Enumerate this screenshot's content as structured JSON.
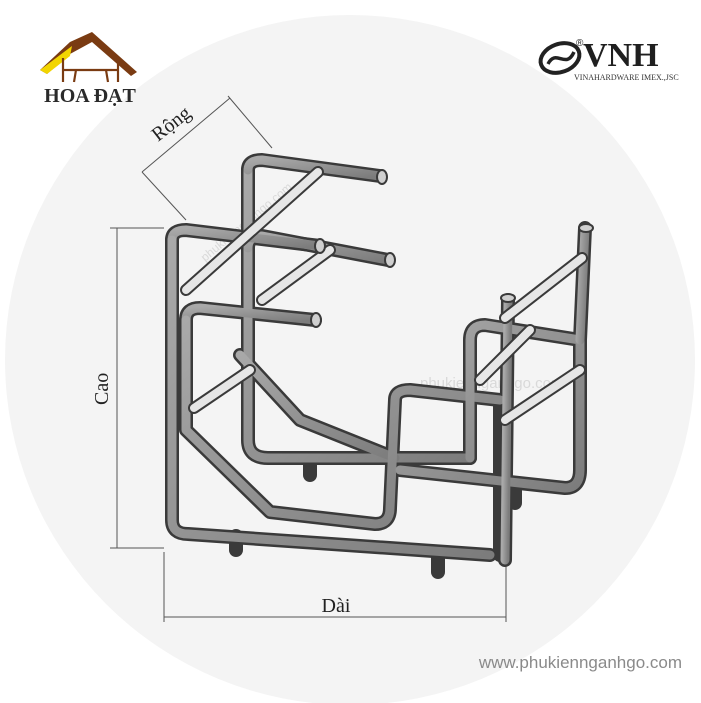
{
  "brand_left": {
    "name": "HOA ĐẠT",
    "roof_color": "#7a3b12",
    "accent_color": "#f2d500"
  },
  "brand_right": {
    "name": "VNH",
    "registered": "®",
    "tagline": "VINAHARDWARE IMEX.,JSC"
  },
  "dimensions": {
    "width_label": "Rộng",
    "height_label": "Cao",
    "length_label": "Dài"
  },
  "watermark": "phukiennganhgo.com",
  "website": "www.phukiennganhgo.com",
  "colors": {
    "tube_dark": "#3a3a3a",
    "tube_mid": "#8d8d8d",
    "tube_light": "#cfcfcf",
    "bar_light": "#e6e6e6"
  }
}
